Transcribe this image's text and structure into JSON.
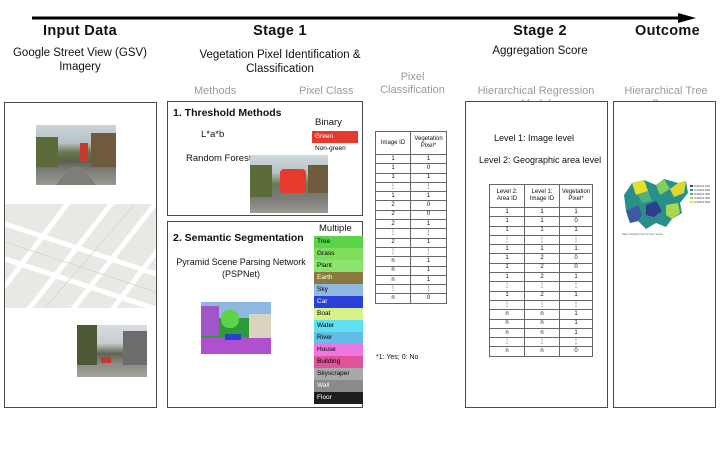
{
  "columns": {
    "input": {
      "title": "Input Data",
      "subtitle_lines": [
        "Google Street View (GSV)",
        "Imagery"
      ]
    },
    "stage1": {
      "title": "Stage 1",
      "subtitle_lines": [
        "Vegetation Pixel Identification &",
        "Classification"
      ],
      "methods_label": "Methods",
      "pixel_class_label": "Pixel Class"
    },
    "pixel": {
      "title_lines": [
        "Pixel",
        "Classification"
      ]
    },
    "stage2": {
      "title": "Stage 2",
      "subtitle": "Aggregation Score",
      "model_label": "Hierarchical Regression Model"
    },
    "outcome": {
      "title": "Outcome",
      "score_label": "Hierarchical Tree Score"
    }
  },
  "threshold": {
    "heading": "1. Threshold Methods",
    "method_a": "L*a*b",
    "method_b": "Random Forest",
    "class_title": "Binary",
    "classes": [
      {
        "label": "Green",
        "color": "#e8392f"
      },
      {
        "label": "Non-green",
        "color": "#ffffff"
      }
    ]
  },
  "semantic": {
    "heading": "2. Semantic Segmentation",
    "model_lines": [
      "Pyramid Scene Parsing Network",
      "(PSPNet)"
    ],
    "class_title": "Multiple",
    "classes": [
      {
        "label": "Tree",
        "color": "#5cd44a"
      },
      {
        "label": "Grass",
        "color": "#7ede5c"
      },
      {
        "label": "Plant",
        "color": "#8be26e"
      },
      {
        "label": "Earth",
        "color": "#8a7a3c"
      },
      {
        "label": "Sky",
        "color": "#8fb8e0"
      },
      {
        "label": "Car",
        "color": "#2a3fd6"
      },
      {
        "label": "Boat",
        "color": "#d6f08a"
      },
      {
        "label": "Water",
        "color": "#5ee0f0"
      },
      {
        "label": "River",
        "color": "#62bde8"
      },
      {
        "label": "House",
        "color": "#ee76e2"
      },
      {
        "label": "Building",
        "color": "#e0559a"
      },
      {
        "label": "Skyscraper",
        "color": "#a8a8a8"
      },
      {
        "label": "Wall",
        "color": "#8a8a8a"
      },
      {
        "label": "Floor",
        "color": "#1e1e1e"
      }
    ]
  },
  "pixel_table": {
    "headers": [
      "Image ID",
      "Vegetation Pixel*"
    ],
    "rows": [
      [
        "1",
        "1"
      ],
      [
        "1",
        "0"
      ],
      [
        "1",
        "1"
      ],
      [
        "⋮",
        "⋮"
      ],
      [
        "1",
        "1"
      ],
      [
        "2",
        "0"
      ],
      [
        "2",
        "0"
      ],
      [
        "2",
        "1"
      ],
      [
        "⋮",
        "⋮"
      ],
      [
        "2",
        "1"
      ],
      [
        "⋮",
        "⋮"
      ],
      [
        "n",
        "1"
      ],
      [
        "n",
        "1"
      ],
      [
        "n",
        "1"
      ],
      [
        "⋮",
        "⋮"
      ],
      [
        "n",
        "0"
      ]
    ],
    "footnote": "*1: Yes; 0: No"
  },
  "stage2_panel": {
    "level1": "Level 1: Image level",
    "level2": "Level 2: Geographic area level",
    "headers": [
      "Level 2: Area ID",
      "Level 1: Image ID",
      "Vegetation Pixel*"
    ],
    "rows": [
      [
        "1",
        "1",
        "1"
      ],
      [
        "1",
        "1",
        "0"
      ],
      [
        "1",
        "1",
        "1"
      ],
      [
        "⋮",
        "⋮",
        "⋮"
      ],
      [
        "1",
        "1",
        "1"
      ],
      [
        "1",
        "2",
        "0"
      ],
      [
        "1",
        "2",
        "0"
      ],
      [
        "1",
        "2",
        "1"
      ],
      [
        "⋮",
        "⋮",
        "⋮"
      ],
      [
        "1",
        "2",
        "1"
      ],
      [
        "⋮",
        "⋮",
        "⋮"
      ],
      [
        "n",
        "n",
        "1"
      ],
      [
        "n",
        "n",
        "1"
      ],
      [
        "n",
        "n",
        "1"
      ],
      [
        "⋮",
        "⋮",
        "⋮"
      ],
      [
        "n",
        "n",
        "0"
      ]
    ]
  },
  "outcome_panel": {
    "legend": [
      "0.000-0.100",
      "0.100-0.200",
      "0.200-0.300",
      "0.300-0.400",
      "0.400-0.500"
    ],
    "caption": "Map Neighborhood Tree Score"
  }
}
